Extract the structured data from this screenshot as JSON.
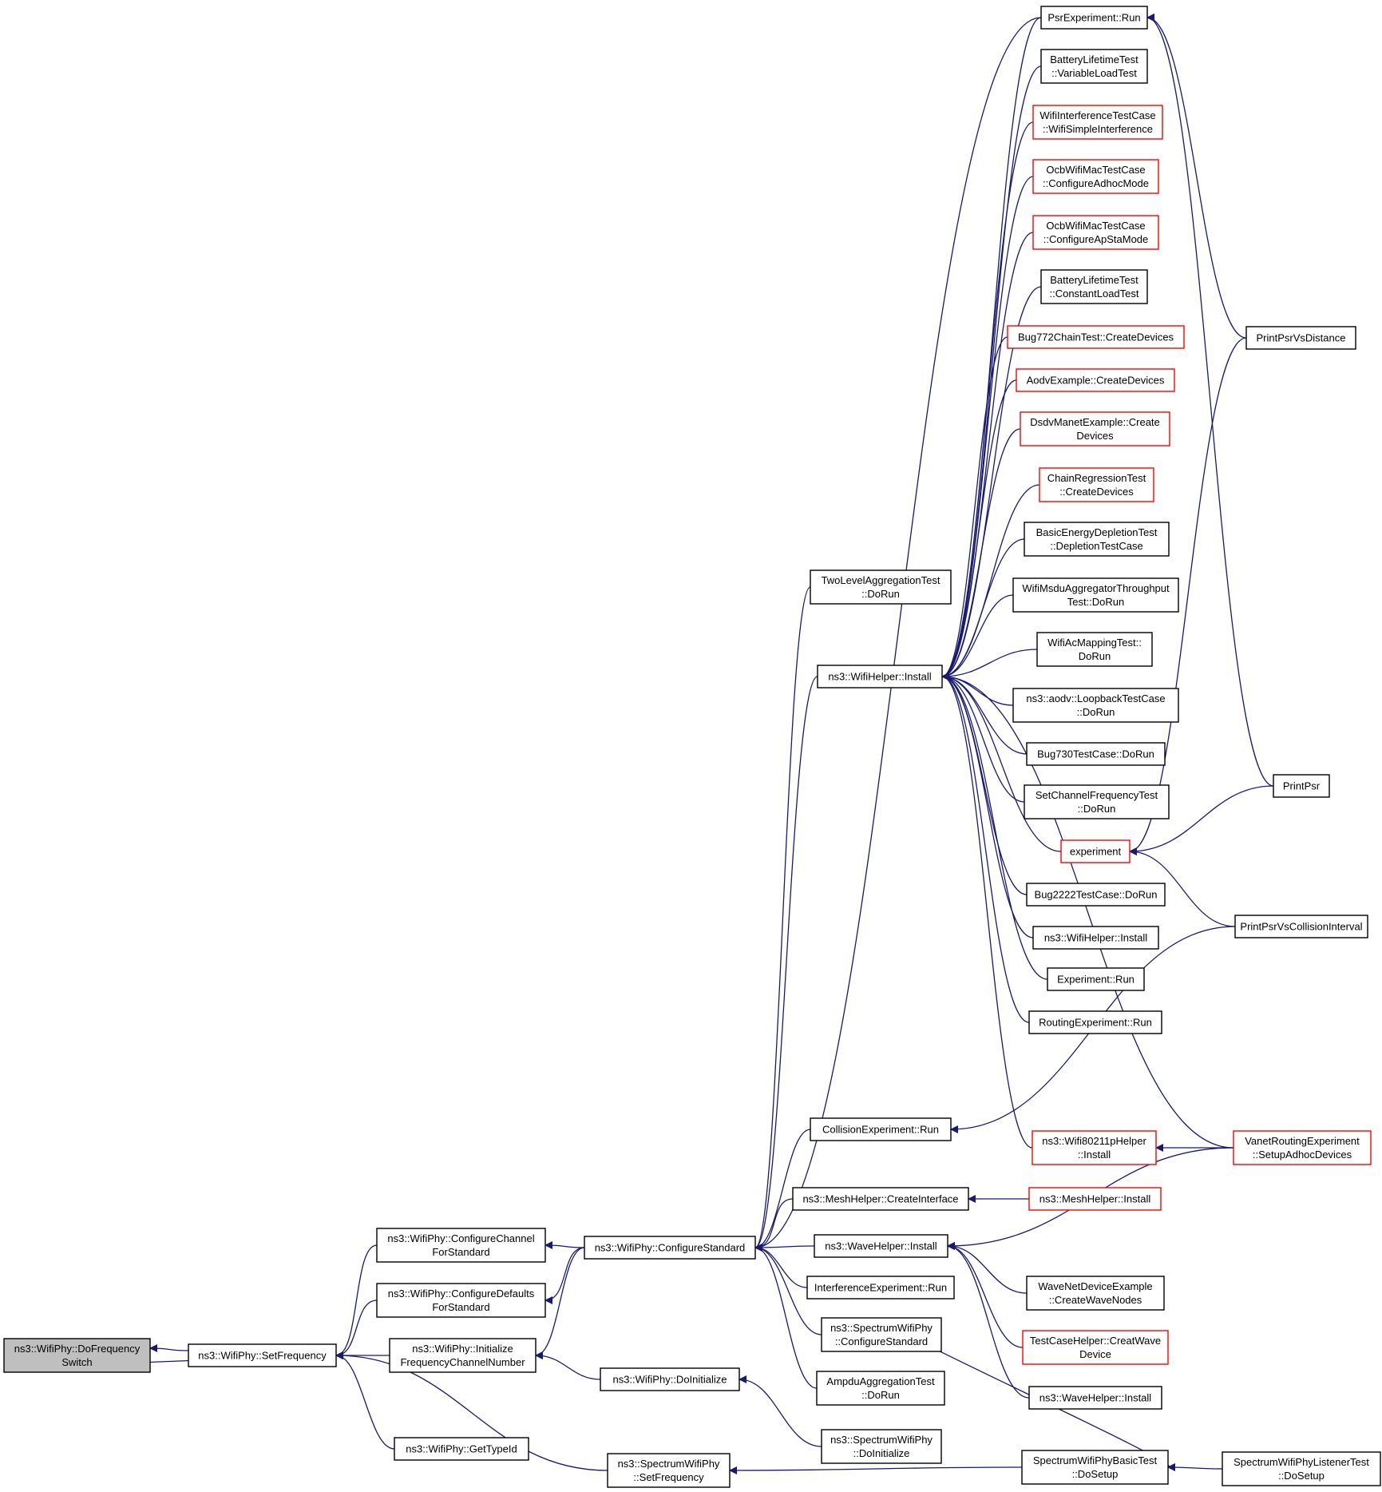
{
  "colors": {
    "edge": "#191970",
    "node_border": "#000000",
    "truncated_border": "#ff0000",
    "root_fill": "#bfbfbf",
    "background": "#ffffff"
  },
  "nodes": [
    {
      "id": "n0",
      "lines": [
        "ns3::WifiPhy::DoFrequency",
        "Switch"
      ],
      "root": true
    },
    {
      "id": "n1",
      "lines": [
        "ns3::WifiPhy::SetFrequency"
      ]
    },
    {
      "id": "n2",
      "lines": [
        "ns3::WifiPhy::ConfigureChannel",
        "ForStandard"
      ]
    },
    {
      "id": "n3",
      "lines": [
        "ns3::WifiPhy::ConfigureDefaults",
        "ForStandard"
      ]
    },
    {
      "id": "n4",
      "lines": [
        "ns3::WifiPhy::Initialize",
        "FrequencyChannelNumber"
      ]
    },
    {
      "id": "n5",
      "lines": [
        "ns3::WifiPhy::GetTypeId"
      ]
    },
    {
      "id": "n6",
      "lines": [
        "ns3::SpectrumWifiPhy",
        "::SetFrequency"
      ]
    },
    {
      "id": "n7",
      "lines": [
        "ns3::WifiPhy::ConfigureStandard"
      ]
    },
    {
      "id": "n8",
      "lines": [
        "ns3::WifiPhy::DoInitialize"
      ]
    },
    {
      "id": "n9",
      "lines": [
        "TwoLevelAggregationTest",
        "::DoRun"
      ]
    },
    {
      "id": "n10",
      "lines": [
        "ns3::WifiHelper::Install"
      ]
    },
    {
      "id": "n11",
      "lines": [
        "CollisionExperiment::Run"
      ]
    },
    {
      "id": "n12",
      "lines": [
        "ns3::MeshHelper::CreateInterface"
      ]
    },
    {
      "id": "n13",
      "lines": [
        "ns3::WaveHelper::Install"
      ]
    },
    {
      "id": "n14",
      "lines": [
        "InterferenceExperiment::Run"
      ]
    },
    {
      "id": "n15",
      "lines": [
        "ns3::SpectrumWifiPhy",
        "::ConfigureStandard"
      ]
    },
    {
      "id": "n16",
      "lines": [
        "AmpduAggregationTest",
        "::DoRun"
      ]
    },
    {
      "id": "n17",
      "lines": [
        "ns3::SpectrumWifiPhy",
        "::DoInitialize"
      ]
    },
    {
      "id": "n18",
      "lines": [
        "PsrExperiment::Run"
      ]
    },
    {
      "id": "n19",
      "lines": [
        "BatteryLifetimeTest",
        "::VariableLoadTest"
      ]
    },
    {
      "id": "n20",
      "lines": [
        "WifiInterferenceTestCase",
        "::WifiSimpleInterference"
      ],
      "red": true
    },
    {
      "id": "n21",
      "lines": [
        "OcbWifiMacTestCase",
        "::ConfigureAdhocMode"
      ],
      "red": true
    },
    {
      "id": "n22",
      "lines": [
        "OcbWifiMacTestCase",
        "::ConfigureApStaMode"
      ],
      "red": true
    },
    {
      "id": "n23",
      "lines": [
        "BatteryLifetimeTest",
        "::ConstantLoadTest"
      ]
    },
    {
      "id": "n24",
      "lines": [
        "Bug772ChainTest::CreateDevices"
      ],
      "red": true
    },
    {
      "id": "n25",
      "lines": [
        "AodvExample::CreateDevices"
      ],
      "red": true
    },
    {
      "id": "n26",
      "lines": [
        "DsdvManetExample::Create",
        "Devices"
      ],
      "red": true
    },
    {
      "id": "n27",
      "lines": [
        "ChainRegressionTest",
        "::CreateDevices"
      ],
      "red": true
    },
    {
      "id": "n28",
      "lines": [
        "BasicEnergyDepletionTest",
        "::DepletionTestCase"
      ]
    },
    {
      "id": "n29",
      "lines": [
        "WifiMsduAggregatorThroughput",
        "Test::DoRun"
      ]
    },
    {
      "id": "n30",
      "lines": [
        "WifiAcMappingTest::",
        "DoRun"
      ]
    },
    {
      "id": "n31",
      "lines": [
        "ns3::aodv::LoopbackTestCase",
        "::DoRun"
      ]
    },
    {
      "id": "n32",
      "lines": [
        "Bug730TestCase::DoRun"
      ]
    },
    {
      "id": "n33",
      "lines": [
        "SetChannelFrequencyTest",
        "::DoRun"
      ]
    },
    {
      "id": "n34",
      "lines": [
        "experiment"
      ],
      "red": true
    },
    {
      "id": "n35",
      "lines": [
        "Bug2222TestCase::DoRun"
      ]
    },
    {
      "id": "n36",
      "lines": [
        "ns3::WifiHelper::Install"
      ]
    },
    {
      "id": "n37",
      "lines": [
        "Experiment::Run"
      ]
    },
    {
      "id": "n38",
      "lines": [
        "RoutingExperiment::Run"
      ]
    },
    {
      "id": "n39",
      "lines": [
        "ns3::Wifi80211pHelper",
        "::Install"
      ],
      "red": true
    },
    {
      "id": "n40",
      "lines": [
        "ns3::MeshHelper::Install"
      ],
      "red": true
    },
    {
      "id": "n41",
      "lines": [
        "WaveNetDeviceExample",
        "::CreateWaveNodes"
      ]
    },
    {
      "id": "n42",
      "lines": [
        "TestCaseHelper::CreatWave",
        "Device"
      ],
      "red": true
    },
    {
      "id": "n43",
      "lines": [
        "ns3::WaveHelper::Install"
      ]
    },
    {
      "id": "n44",
      "lines": [
        "SpectrumWifiPhyBasicTest",
        "::DoSetup"
      ]
    },
    {
      "id": "n45",
      "lines": [
        "PrintPsrVsDistance"
      ]
    },
    {
      "id": "n46",
      "lines": [
        "PrintPsr"
      ]
    },
    {
      "id": "n47",
      "lines": [
        "PrintPsrVsCollisionInterval"
      ]
    },
    {
      "id": "n48",
      "lines": [
        "VanetRoutingExperiment",
        "::SetupAdhocDevices"
      ],
      "red": true
    },
    {
      "id": "n49",
      "lines": [
        "SpectrumWifiPhyListenerTest",
        "::DoSetup"
      ]
    }
  ]
}
